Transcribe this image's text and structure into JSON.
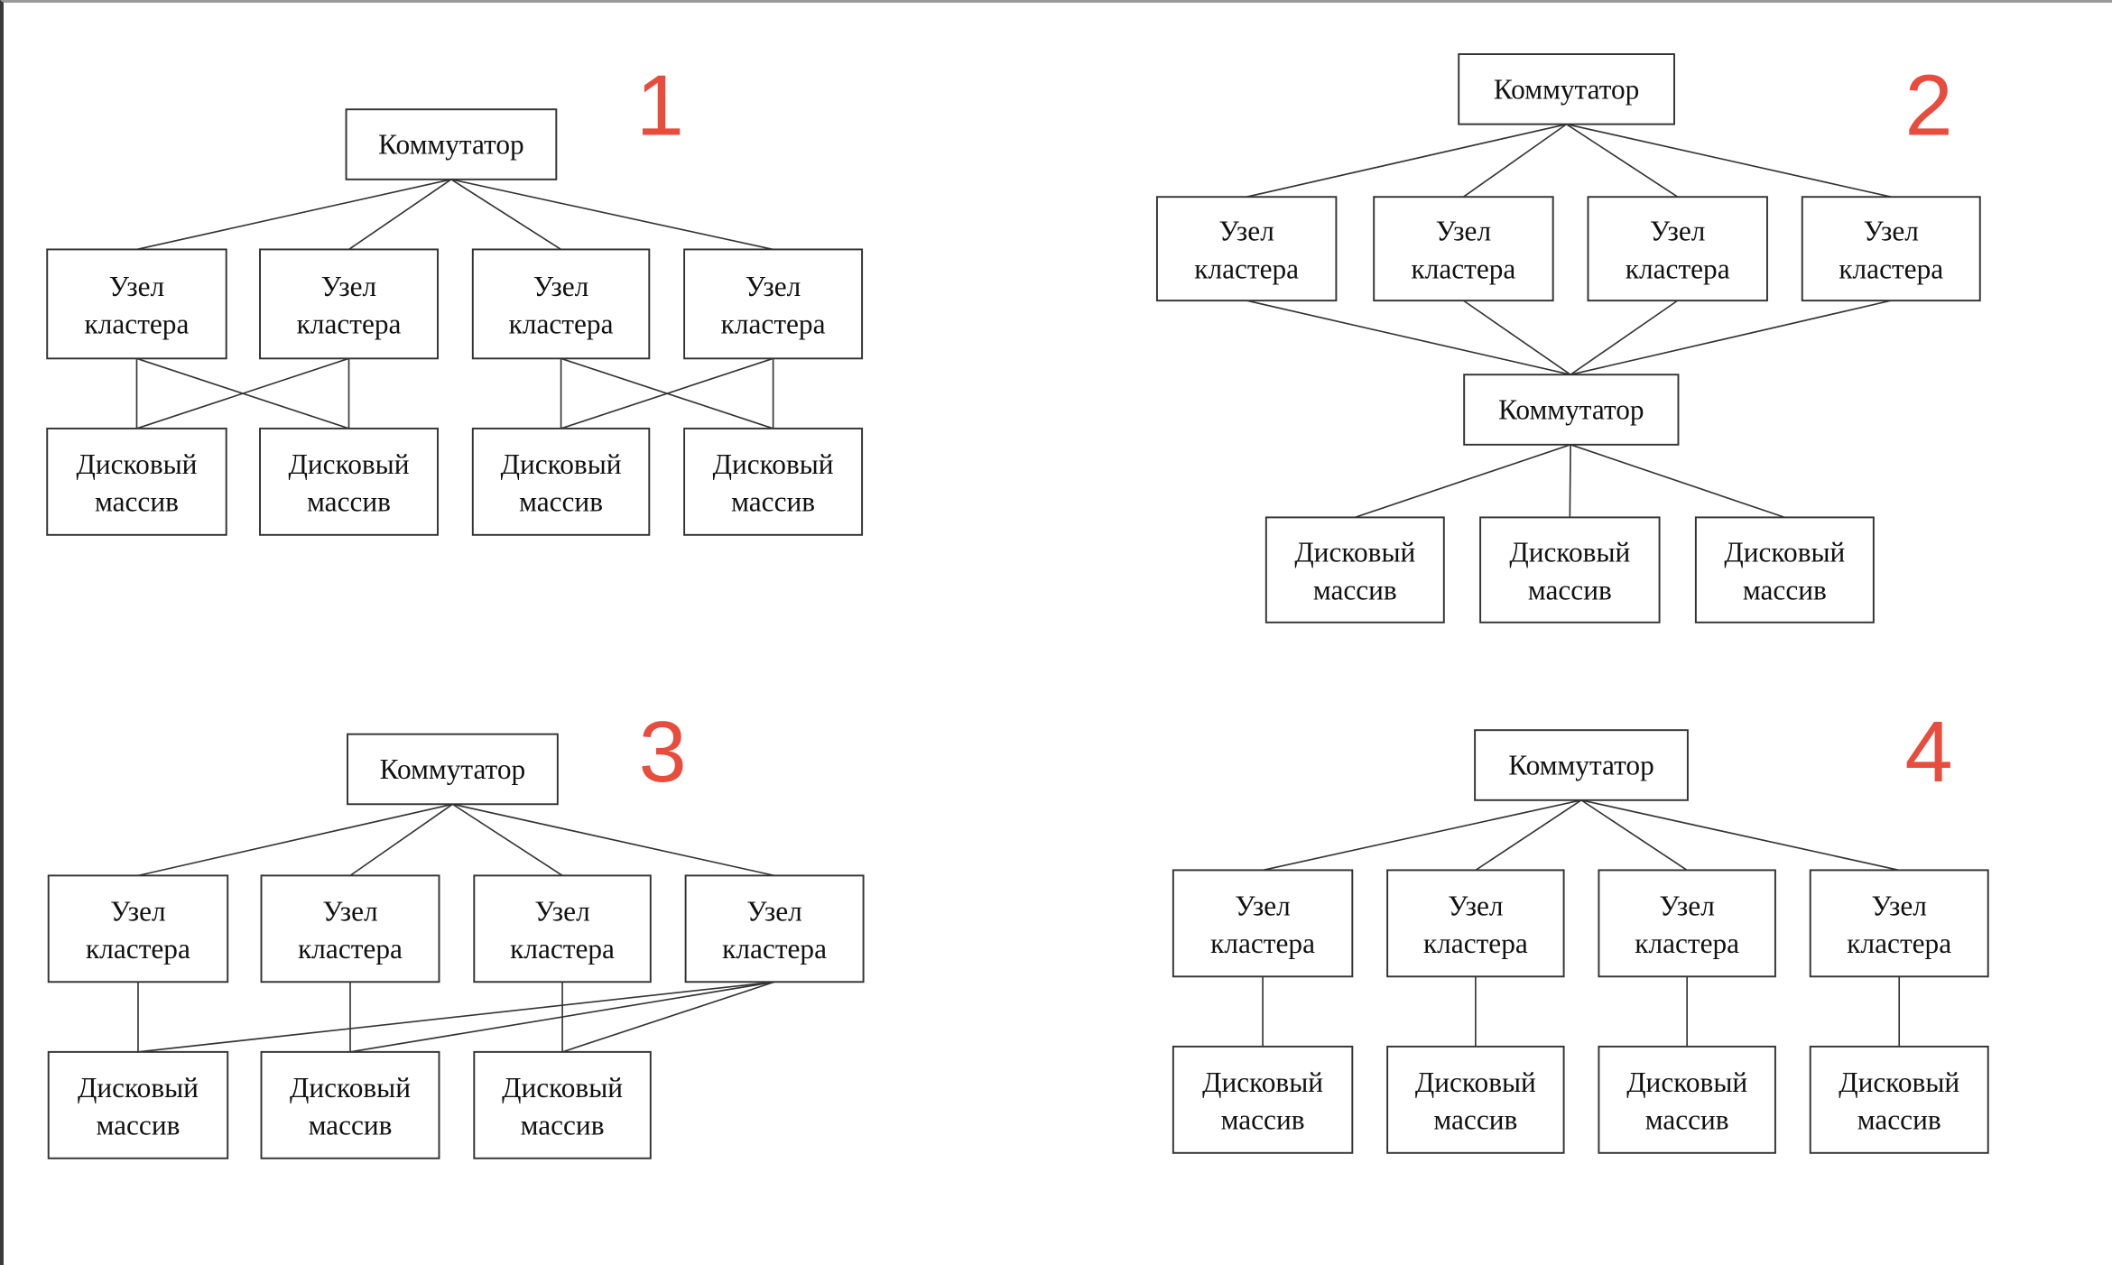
{
  "labels": {
    "switch": "Коммутатор",
    "node": [
      "Узел",
      "кластера"
    ],
    "disk": [
      "Дисковый",
      "массив"
    ]
  },
  "diagrams": [
    {
      "number": "1",
      "description_nodes": 4,
      "disks": 4
    },
    {
      "number": "2",
      "description_nodes": 4,
      "disks": 3
    },
    {
      "number": "3",
      "description_nodes": 4,
      "disks": 3
    },
    {
      "number": "4",
      "description_nodes": 4,
      "disks": 4
    }
  ],
  "colors": {
    "number": "#e74c3c",
    "lines": "#333333"
  }
}
